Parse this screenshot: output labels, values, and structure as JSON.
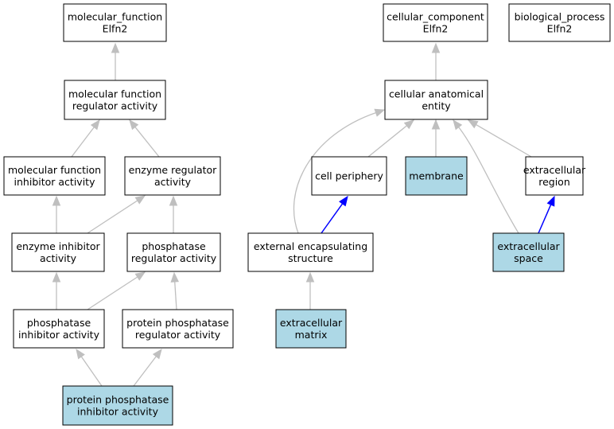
{
  "colors": {
    "highlight_fill": "#add8e6",
    "plain_fill": "#ffffff",
    "is_a_edge": "#bfbfbf",
    "part_of_edge": "#0000ff"
  },
  "nodes": [
    {
      "id": "mf_root",
      "lines": [
        "molecular_function",
        "Elfn2"
      ],
      "highlight": false
    },
    {
      "id": "cc_root",
      "lines": [
        "cellular_component",
        "Elfn2"
      ],
      "highlight": false
    },
    {
      "id": "bp_root",
      "lines": [
        "biological_process",
        "Elfn2"
      ],
      "highlight": false
    },
    {
      "id": "mf_regulator",
      "lines": [
        "molecular function",
        "regulator activity"
      ],
      "highlight": false
    },
    {
      "id": "cell_anat",
      "lines": [
        "cellular anatomical",
        "entity"
      ],
      "highlight": false
    },
    {
      "id": "mf_inhibitor",
      "lines": [
        "molecular function",
        "inhibitor activity"
      ],
      "highlight": false
    },
    {
      "id": "enz_reg",
      "lines": [
        "enzyme regulator",
        "activity"
      ],
      "highlight": false
    },
    {
      "id": "cell_periphery",
      "lines": [
        "cell periphery"
      ],
      "highlight": false
    },
    {
      "id": "membrane",
      "lines": [
        "membrane"
      ],
      "highlight": true
    },
    {
      "id": "extracellular_region",
      "lines": [
        "extracellular",
        "region"
      ],
      "highlight": false
    },
    {
      "id": "enz_inhib",
      "lines": [
        "enzyme inhibitor",
        "activity"
      ],
      "highlight": false
    },
    {
      "id": "phos_reg",
      "lines": [
        "phosphatase",
        "regulator activity"
      ],
      "highlight": false
    },
    {
      "id": "ext_encap",
      "lines": [
        "external encapsulating",
        "structure"
      ],
      "highlight": false
    },
    {
      "id": "extracellular_space",
      "lines": [
        "extracellular",
        "space"
      ],
      "highlight": true
    },
    {
      "id": "phos_inhib",
      "lines": [
        "phosphatase",
        "inhibitor activity"
      ],
      "highlight": false
    },
    {
      "id": "prot_phos_reg",
      "lines": [
        "protein phosphatase",
        "regulator activity"
      ],
      "highlight": false
    },
    {
      "id": "extracellular_matrix",
      "lines": [
        "extracellular",
        "matrix"
      ],
      "highlight": true
    },
    {
      "id": "prot_phos_inhib",
      "lines": [
        "protein phosphatase",
        "inhibitor activity"
      ],
      "highlight": true
    }
  ],
  "edges": [
    {
      "from": "mf_regulator",
      "to": "mf_root",
      "type": "is_a"
    },
    {
      "from": "mf_inhibitor",
      "to": "mf_regulator",
      "type": "is_a"
    },
    {
      "from": "enz_reg",
      "to": "mf_regulator",
      "type": "is_a"
    },
    {
      "from": "enz_inhib",
      "to": "mf_inhibitor",
      "type": "is_a"
    },
    {
      "from": "enz_inhib",
      "to": "enz_reg",
      "type": "is_a"
    },
    {
      "from": "phos_reg",
      "to": "enz_reg",
      "type": "is_a"
    },
    {
      "from": "phos_inhib",
      "to": "enz_inhib",
      "type": "is_a"
    },
    {
      "from": "phos_inhib",
      "to": "phos_reg",
      "type": "is_a"
    },
    {
      "from": "prot_phos_reg",
      "to": "phos_reg",
      "type": "is_a"
    },
    {
      "from": "prot_phos_inhib",
      "to": "phos_inhib",
      "type": "is_a"
    },
    {
      "from": "prot_phos_inhib",
      "to": "prot_phos_reg",
      "type": "is_a"
    },
    {
      "from": "cell_anat",
      "to": "cc_root",
      "type": "is_a"
    },
    {
      "from": "cell_periphery",
      "to": "cell_anat",
      "type": "is_a"
    },
    {
      "from": "membrane",
      "to": "cell_anat",
      "type": "is_a"
    },
    {
      "from": "extracellular_region",
      "to": "cell_anat",
      "type": "is_a"
    },
    {
      "from": "ext_encap",
      "to": "cell_anat",
      "type": "is_a"
    },
    {
      "from": "extracellular_space",
      "to": "cell_anat",
      "type": "is_a"
    },
    {
      "from": "ext_encap",
      "to": "cell_periphery",
      "type": "part_of"
    },
    {
      "from": "extracellular_space",
      "to": "extracellular_region",
      "type": "part_of"
    },
    {
      "from": "extracellular_matrix",
      "to": "ext_encap",
      "type": "is_a"
    }
  ]
}
